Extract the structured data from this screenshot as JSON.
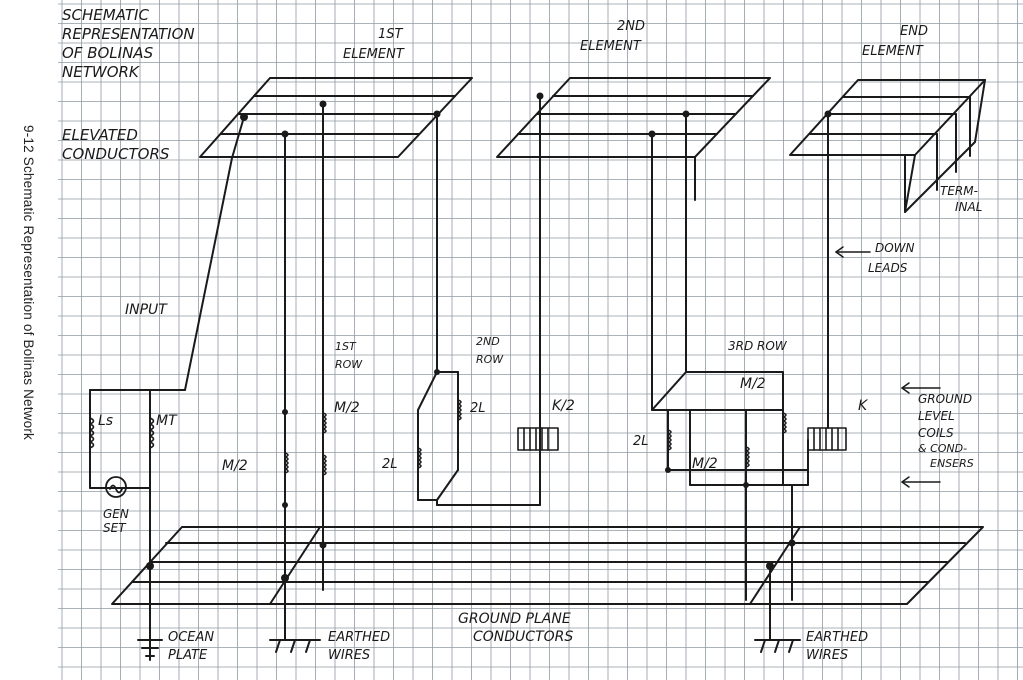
{
  "caption": "9-12  Schematic Representation of Bolinas Network",
  "colors": {
    "paper": "#ffffff",
    "grid": "#8f9aa2",
    "ink": "#1a1a1a",
    "caption": "#222222"
  },
  "labels": {
    "title_line1": "SCHEMATIC",
    "title_line2": "REPRESENTATION",
    "title_line3": "OF BOLINAS",
    "title_line4": "NETWORK",
    "elevated_1": "ELEVATED",
    "elevated_2": "CONDUCTORS",
    "element1_a": "1ST",
    "element1_b": "ELEMENT",
    "element2_a": "2ND",
    "element2_b": "ELEMENT",
    "element3_a": "END",
    "element3_b": "ELEMENT",
    "terminal_a": "TERM-",
    "terminal_b": "INAL",
    "down_a": "DOWN",
    "down_b": "LEADS",
    "input": "INPUT",
    "row1_a": "1ST",
    "row1_b": "ROW",
    "row2_a": "2ND",
    "row2_b": "ROW",
    "row3": "3RD ROW",
    "ls": "Ls",
    "mt": "MT",
    "m2_a": "M/2",
    "m2_b": "M/2",
    "m2_c": "M/2",
    "m2_d": "M/2",
    "l2_a": "2L",
    "l2_b": "2L",
    "l2_c": "2L",
    "k2": "K/2",
    "k": "K",
    "gen_a": "GEN",
    "gen_b": "SET",
    "ground_level_a": "GROUND",
    "ground_level_b": "LEVEL",
    "ground_level_c": "COILS",
    "ground_level_d": "& COND-",
    "ground_level_e": "ENSERS",
    "ground_plane_a": "GROUND  PLANE",
    "ground_plane_b": "CONDUCTORS",
    "ocean_a": "OCEAN",
    "ocean_b": "PLATE",
    "earthed1_a": "EARTHED",
    "earthed1_b": "WIRES",
    "earthed2_a": "EARTHED",
    "earthed2_b": "WIRES"
  }
}
